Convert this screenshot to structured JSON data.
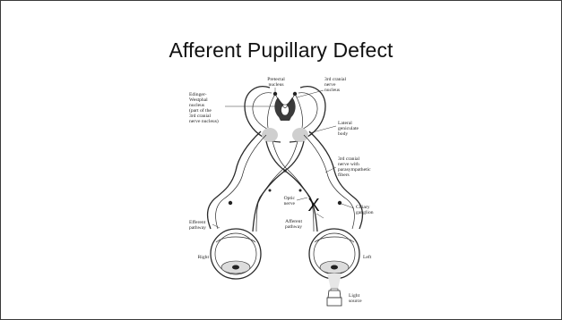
{
  "slide": {
    "title": "Afferent Pupillary Defect"
  },
  "diagram": {
    "labels": {
      "pretectal_1": "Pretectal",
      "pretectal_2": "nucleus",
      "third_nucleus_1": "3rd cranial",
      "third_nucleus_2": "nerve",
      "third_nucleus_3": "nucleus",
      "ew_1": "Edinger-",
      "ew_2": "Westphal",
      "ew_3": "nucleus",
      "ew_4": "(part of the",
      "ew_5": "3rd cranial",
      "ew_6": "nerve nucleus)",
      "lgb_1": "Lateral",
      "lgb_2": "geniculate",
      "lgb_3": "body",
      "third_para_1": "3rd cranial",
      "third_para_2": "nerve with",
      "third_para_3": "parasympathetic",
      "third_para_4": "fibers",
      "optic_1": "Optic",
      "optic_2": "nerve",
      "ciliary_1": "Ciliary",
      "ciliary_2": "ganglion",
      "afferent_1": "Afferent",
      "afferent_2": "pathway",
      "efferent_1": "Efferent",
      "efferent_2": "pathway",
      "right": "Right",
      "left": "Left",
      "light_1": "Light",
      "light_2": "source",
      "lesion_mark": "X"
    }
  }
}
